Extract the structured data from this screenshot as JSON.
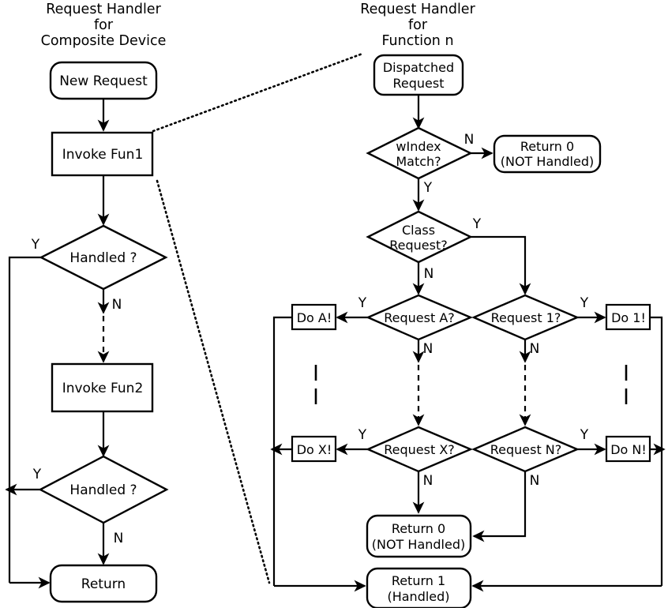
{
  "diagram": {
    "title_left_lines": [
      "Request Handler",
      "for",
      "Composite Device"
    ],
    "title_right_lines": [
      "Request Handler",
      "for",
      "Function n"
    ],
    "branch_yes": "Y",
    "branch_no": "N"
  },
  "left_flow": {
    "start": "New Request",
    "invoke1": "Invoke Fun1",
    "decision1": "Handled ?",
    "invoke2": "Invoke Fun2",
    "decision2": "Handled ?",
    "end": "Return",
    "labels": {
      "d1_yes": "Y",
      "d1_no": "N",
      "d2_yes": "Y",
      "d2_no": "N"
    }
  },
  "right_flow": {
    "start_line1": "Dispatched",
    "start_line2": "Request",
    "windex_line1": "wIndex",
    "windex_line2": "Match?",
    "return0_top_line1": "Return 0",
    "return0_top_line2": "(NOT Handled)",
    "class_line1": "Class",
    "class_line2": "Request?",
    "request_a": "Request A?",
    "request_1": "Request 1?",
    "request_x": "Request X?",
    "request_n": "Request N?",
    "do_a": "Do A!",
    "do_1": "Do 1!",
    "do_x": "Do X!",
    "do_n": "Do N!",
    "return0_line1": "Return 0",
    "return0_line2": "(NOT Handled)",
    "return1_line1": "Return 1",
    "return1_line2": "(Handled)",
    "labels": {
      "windex_no": "N",
      "windex_yes": "Y",
      "class_yes": "Y",
      "class_no": "N",
      "req_a_yes": "Y",
      "req_a_no": "N",
      "req_1_yes": "Y",
      "req_1_no": "N",
      "req_x_yes": "Y",
      "req_x_no": "N",
      "req_n_yes": "Y",
      "req_n_no": "N"
    }
  },
  "colors": {
    "stroke": "#000000",
    "fill": "#ffffff",
    "text": "#000000"
  }
}
